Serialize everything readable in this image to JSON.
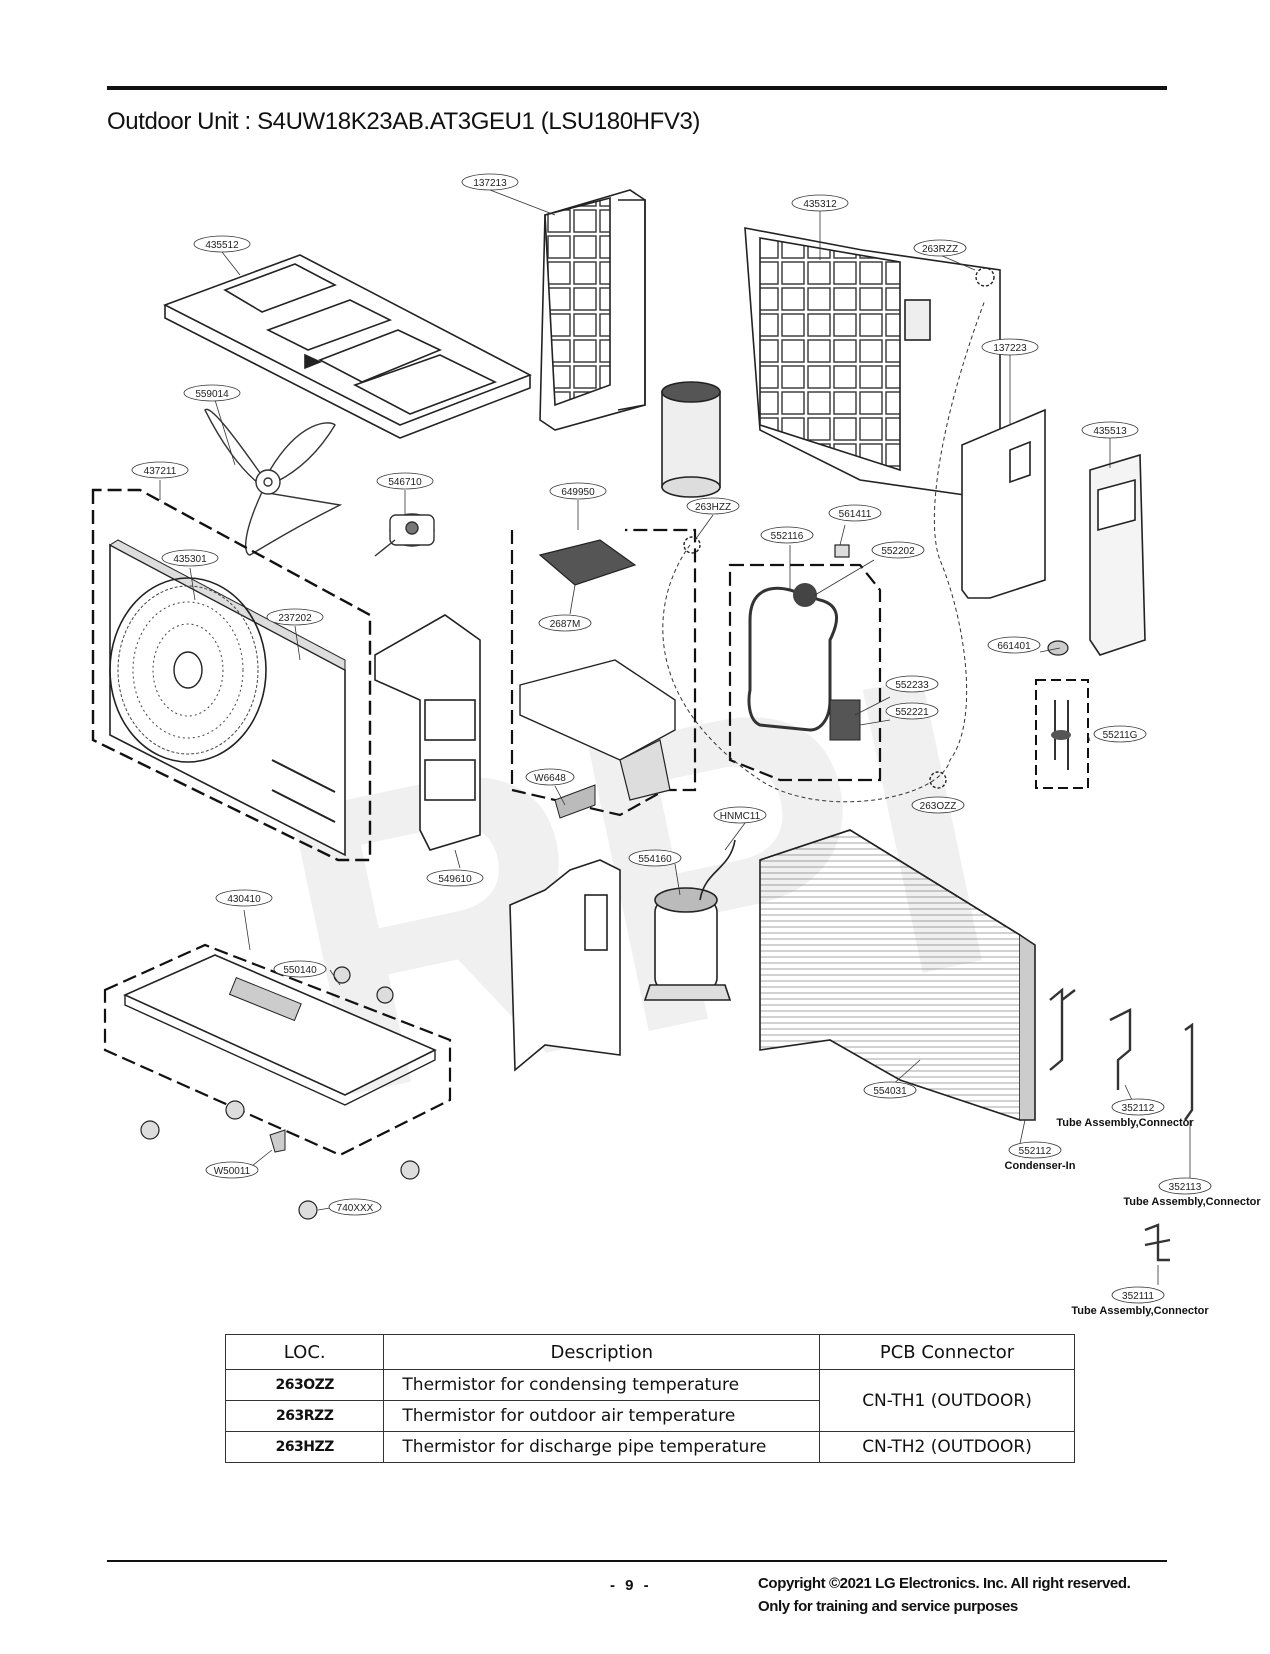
{
  "header": {
    "title": "Outdoor Unit : S4UW18K23AB.AT3GEU1 (LSU180HFV3)"
  },
  "watermark": "RPI",
  "part_labels": {
    "p137213": "137213",
    "p435312": "435312",
    "p435512": "435512",
    "p263RZZ": "263RZZ",
    "p137223": "137223",
    "p559014": "559014",
    "p435513": "435513",
    "p437211": "437211",
    "p546710": "546710",
    "p649950": "649950",
    "p263HZZ": "263HZZ",
    "p561411": "561411",
    "p552116": "552116",
    "p552202": "552202",
    "p435301": "435301",
    "p237202": "237202",
    "p2687M": "2687M",
    "p661401": "661401",
    "p552233": "552233",
    "p552221": "552221",
    "p55211G": "55211G",
    "pW6648": "W6648",
    "p263OZZ": "263OZZ",
    "pHNMC11": "HNMC11",
    "p549610": "549610",
    "p554160": "554160",
    "p430410": "430410",
    "p550140": "550140",
    "p554031": "554031",
    "p352112": "352112",
    "p552112": "552112",
    "p352113": "352113",
    "pW50011": "W50011",
    "p740XXX": "740XXX",
    "p352111": "352111"
  },
  "part_captions": {
    "tube_connector_1": "Tube Assembly,Connector",
    "condenser_in": "Condenser-In",
    "tube_connector_2": "Tube Assembly,Connector",
    "tube_connector_3": "Tube Assembly,Connector"
  },
  "table": {
    "headers": [
      "LOC.",
      "Description",
      "PCB Connector"
    ],
    "rows": [
      {
        "loc": "263OZZ",
        "desc": "Thermistor for condensing temperature"
      },
      {
        "loc": "263RZZ",
        "desc": "Thermistor for outdoor air temperature"
      },
      {
        "loc": "263HZZ",
        "desc": "Thermistor for discharge pipe temperature"
      }
    ],
    "connector_1": "CN-TH1 (OUTDOOR)",
    "connector_2": "CN-TH2 (OUTDOOR)"
  },
  "footer": {
    "page": "- 9 -",
    "copyright": "Copyright ©2021 LG Electronics. Inc. All right reserved.",
    "note": "Only for training and service purposes"
  }
}
